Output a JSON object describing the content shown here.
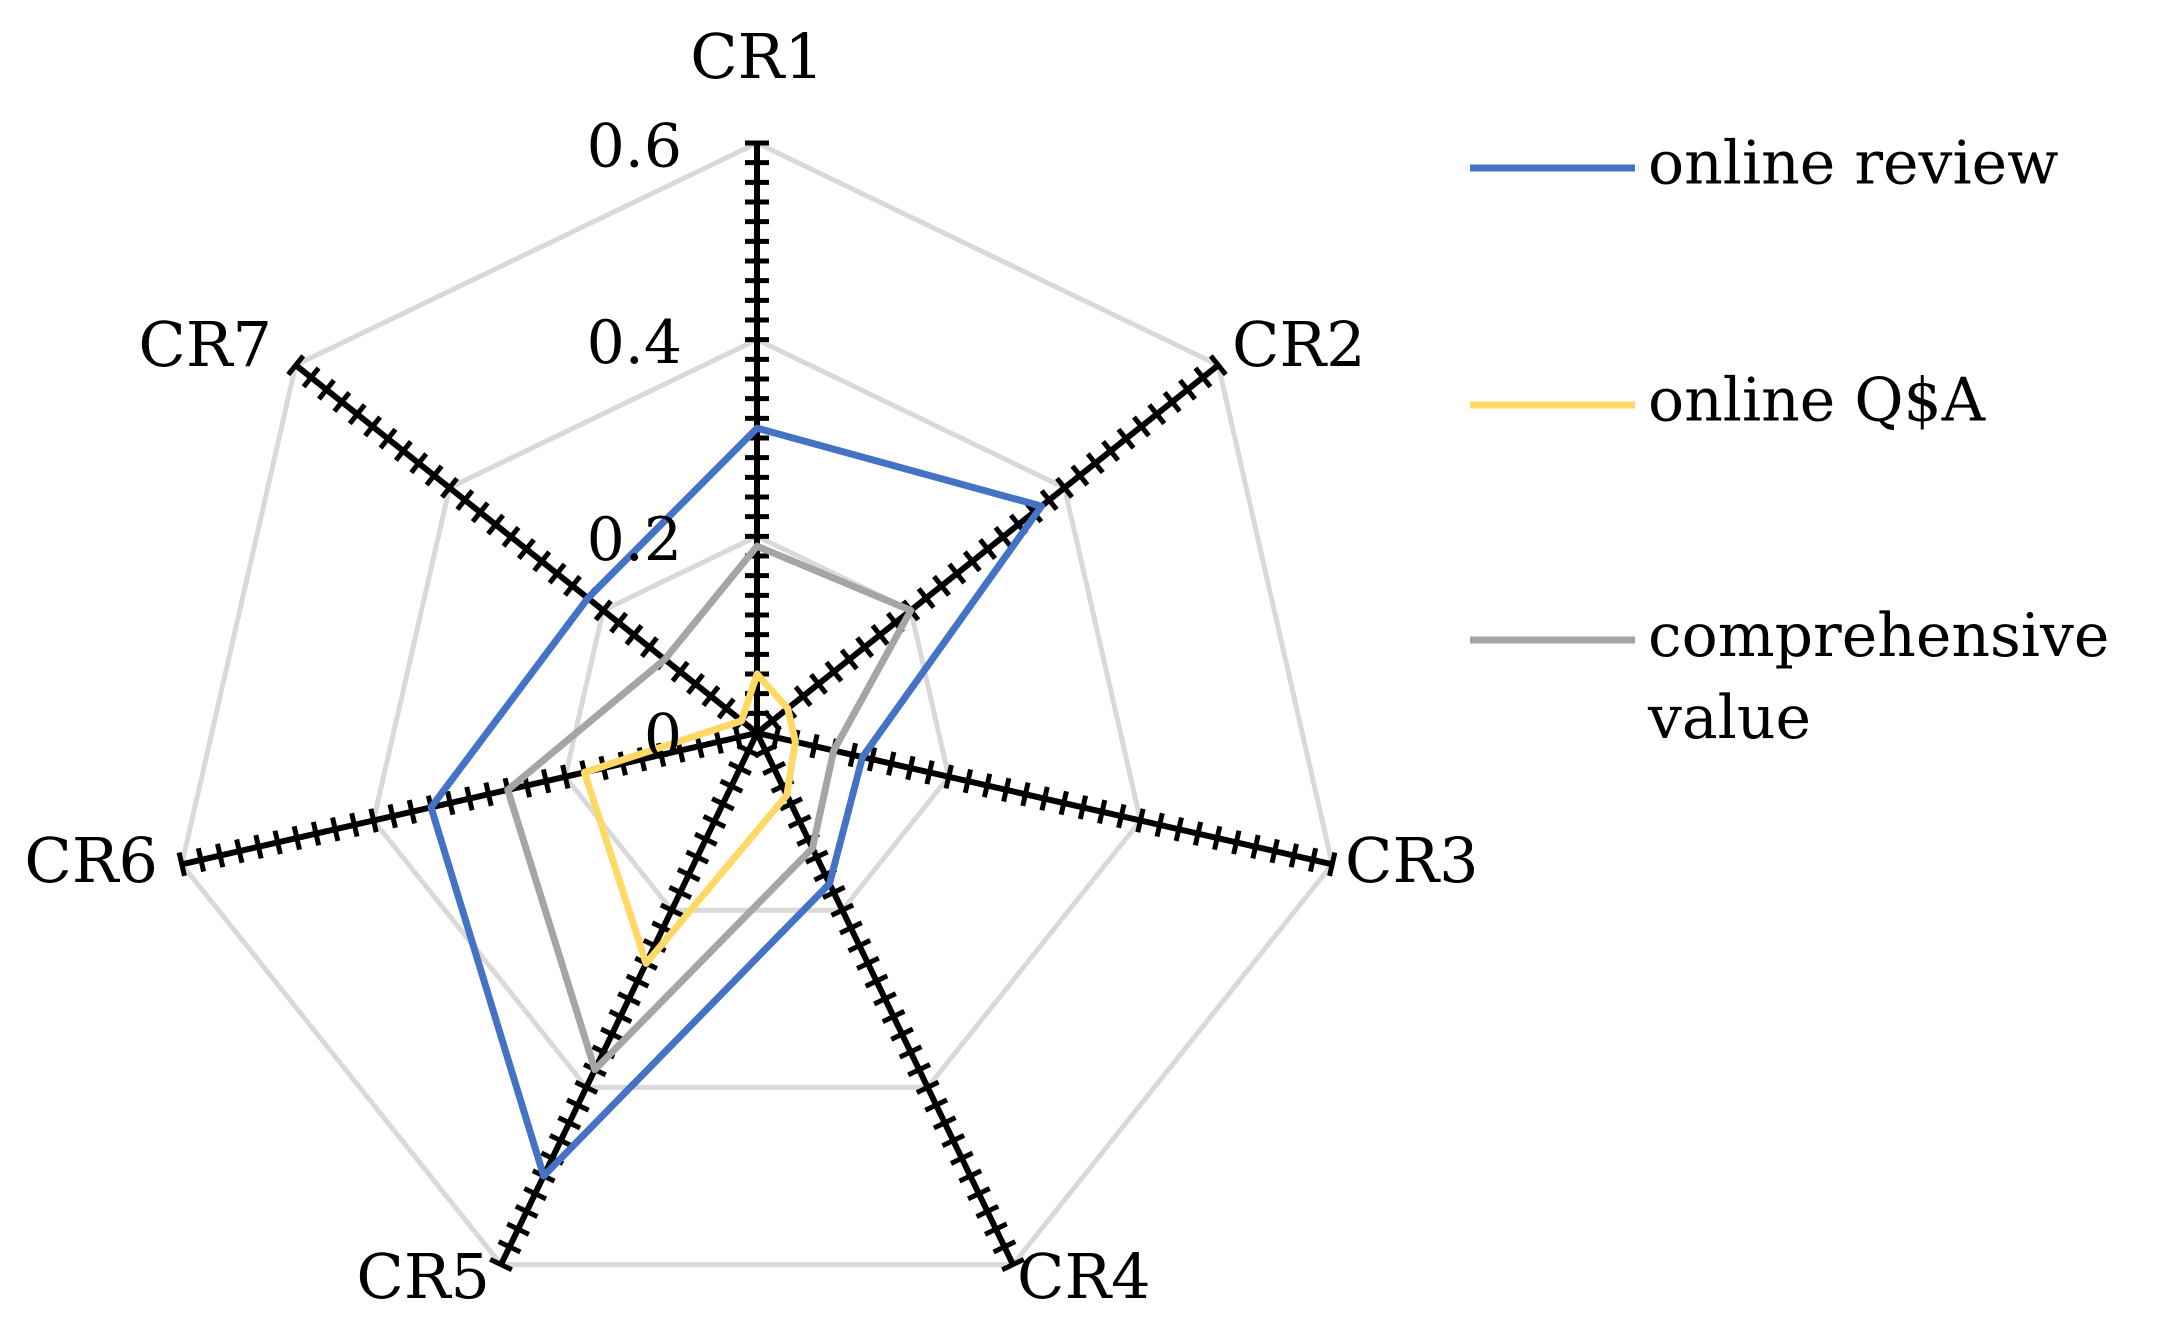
{
  "chart_data": {
    "type": "radar",
    "categories": [
      "CR1",
      "CR2",
      "CR3",
      "CR4",
      "CR5",
      "CR6",
      "CR7"
    ],
    "r_ticks": [
      "0",
      "0.2",
      "0.4",
      "0.6"
    ],
    "r_range": [
      0,
      0.6
    ],
    "gridlines": true,
    "legend_position": "right",
    "series": [
      {
        "name": "online review",
        "color": "#4472C4",
        "values": [
          0.31,
          0.37,
          0.11,
          0.17,
          0.5,
          0.34,
          0.22
        ]
      },
      {
        "name": "online Q$A",
        "color": "#FFD966",
        "values": [
          0.06,
          0.04,
          0.04,
          0.07,
          0.26,
          0.18,
          0.02
        ]
      },
      {
        "name": "comprehensive value",
        "color": "#A5A5A5",
        "values": [
          0.19,
          0.2,
          0.08,
          0.13,
          0.38,
          0.26,
          0.12
        ]
      }
    ]
  }
}
